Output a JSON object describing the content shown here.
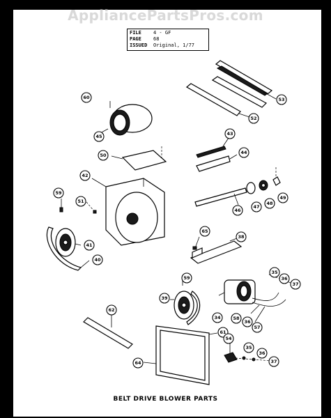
{
  "watermark": "AppliancePartsPros.com",
  "file_box": {
    "rows": [
      {
        "key": "FILE",
        "value": "4 - GF"
      },
      {
        "key": "PAGE",
        "value": "68"
      },
      {
        "key": "ISSUED",
        "value": "Original, 1/77"
      }
    ]
  },
  "callouts": [
    {
      "id": "c60a",
      "label": "60"
    },
    {
      "id": "c45",
      "label": "45"
    },
    {
      "id": "c53",
      "label": "53"
    },
    {
      "id": "c52",
      "label": "52"
    },
    {
      "id": "c43",
      "label": "43"
    },
    {
      "id": "c44",
      "label": "44"
    },
    {
      "id": "c50",
      "label": "50"
    },
    {
      "id": "c42",
      "label": "42"
    },
    {
      "id": "c59a",
      "label": "59"
    },
    {
      "id": "c51",
      "label": "51"
    },
    {
      "id": "c46",
      "label": "46"
    },
    {
      "id": "c47",
      "label": "47"
    },
    {
      "id": "c48",
      "label": "48"
    },
    {
      "id": "c49",
      "label": "49"
    },
    {
      "id": "c41",
      "label": "41"
    },
    {
      "id": "c40",
      "label": "40"
    },
    {
      "id": "c65",
      "label": "65"
    },
    {
      "id": "c38",
      "label": "38"
    },
    {
      "id": "c59b",
      "label": "59"
    },
    {
      "id": "c39",
      "label": "39"
    },
    {
      "id": "c35a",
      "label": "35"
    },
    {
      "id": "c36a",
      "label": "36"
    },
    {
      "id": "c37a",
      "label": "37"
    },
    {
      "id": "c34",
      "label": "34"
    },
    {
      "id": "c58",
      "label": "58"
    },
    {
      "id": "c36b",
      "label": "36"
    },
    {
      "id": "c57",
      "label": "57"
    },
    {
      "id": "c62",
      "label": "62"
    },
    {
      "id": "c61",
      "label": "61"
    },
    {
      "id": "c54",
      "label": "54"
    },
    {
      "id": "c35b",
      "label": "35"
    },
    {
      "id": "c36c",
      "label": "36"
    },
    {
      "id": "c37b",
      "label": "37"
    },
    {
      "id": "c64",
      "label": "64"
    }
  ],
  "caption": "BELT DRIVE BLOWER PARTS"
}
